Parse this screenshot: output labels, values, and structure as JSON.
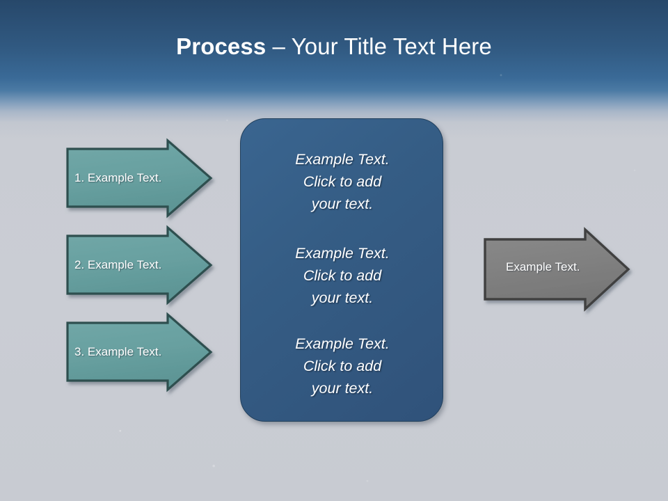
{
  "slide": {
    "title": {
      "strong": "Process",
      "rest": " – Your Title Text Here"
    },
    "background": {
      "top_color": "#27486a",
      "mid_color": "#3a6a97",
      "bottom_color": "#c9ccd3"
    }
  },
  "left_arrows": {
    "fill_color": "#68a0a0",
    "border_color": "#2f4f4f",
    "text_color": "#ffffff",
    "items": [
      {
        "label": "1. Example Text."
      },
      {
        "label": "2. Example Text."
      },
      {
        "label": "3. Example Text."
      }
    ]
  },
  "panel": {
    "fill_color": "#355d85",
    "border_color": "#22405d",
    "text_color": "#ffffff",
    "blocks": [
      {
        "text": "Example Text.\nClick  to add\nyour text."
      },
      {
        "text": "Example Text.\nClick  to add\nyour text."
      },
      {
        "text": "Example Text.\nClick  to add\nyour text."
      }
    ]
  },
  "right_arrow": {
    "fill_color": "#808080",
    "border_color": "#3f3f3f",
    "text_color": "#ffffff",
    "label": "Example Text."
  }
}
